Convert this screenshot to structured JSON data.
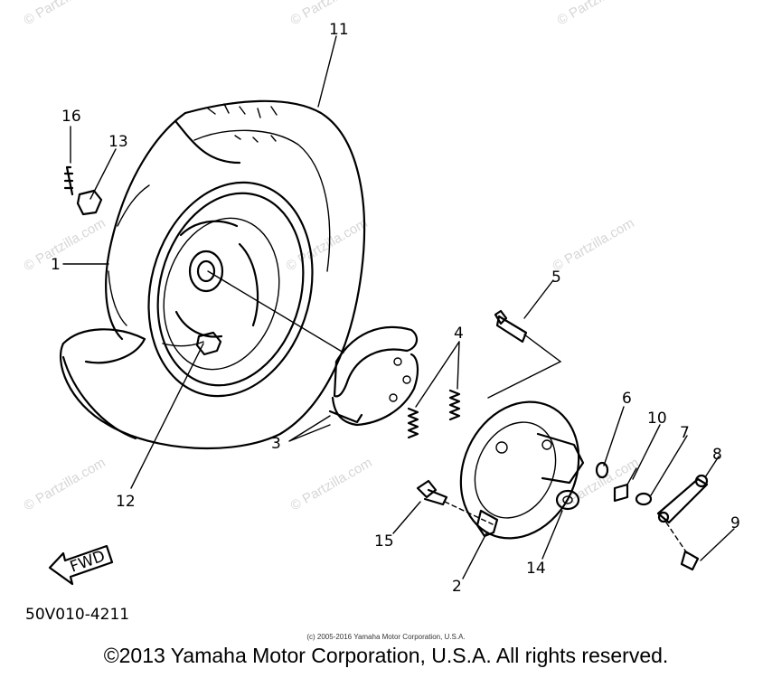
{
  "diagram": {
    "part_code": "50V010-4211",
    "fwd_label": "FWD",
    "callouts": [
      {
        "id": "1",
        "label": "1"
      },
      {
        "id": "2",
        "label": "2"
      },
      {
        "id": "3",
        "label": "3"
      },
      {
        "id": "4",
        "label": "4"
      },
      {
        "id": "5",
        "label": "5"
      },
      {
        "id": "6",
        "label": "6"
      },
      {
        "id": "7",
        "label": "7"
      },
      {
        "id": "8",
        "label": "8"
      },
      {
        "id": "9",
        "label": "9"
      },
      {
        "id": "10",
        "label": "10"
      },
      {
        "id": "11",
        "label": "11"
      },
      {
        "id": "12",
        "label": "12"
      },
      {
        "id": "13",
        "label": "13"
      },
      {
        "id": "14",
        "label": "14"
      },
      {
        "id": "15",
        "label": "15"
      },
      {
        "id": "16",
        "label": "16"
      }
    ],
    "watermark_text": "© Partzilla.com"
  },
  "footer": {
    "small_copyright": "(c) 2005-2016 Yamaha Motor Corporation, U.S.A.",
    "main_copyright": "©2013 Yamaha Motor Corporation, U.S.A. All rights reserved."
  }
}
